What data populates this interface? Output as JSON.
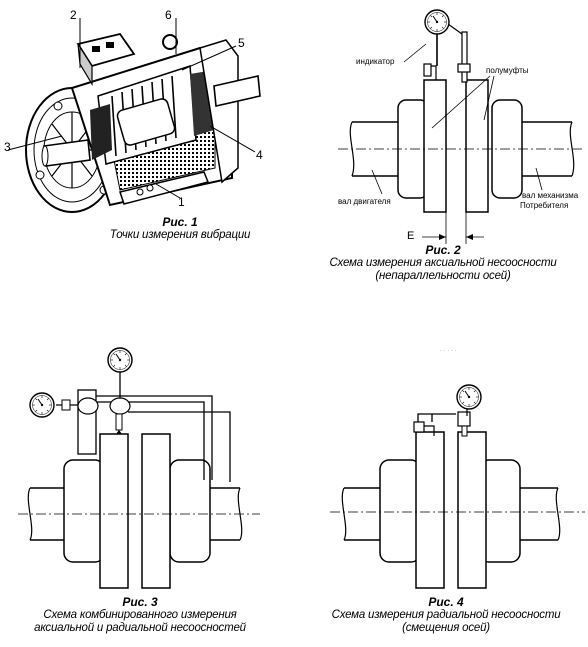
{
  "fig1": {
    "title": "Рис. 1",
    "caption": "Точки измерения вибрации",
    "points": [
      "1",
      "2",
      "3",
      "4",
      "5",
      "6"
    ]
  },
  "fig2": {
    "title": "Рис. 2",
    "caption_line1": "Схема измерения аксиальной несоосности",
    "caption_line2": "(непараллельности осей)",
    "labels": {
      "indicator": "индикатор",
      "half_couplings": "полумуфты",
      "motor_shaft": "вал двигателя",
      "consumer_shaft_line1": "вал механизма",
      "consumer_shaft_line2": "Потребителя",
      "gap": "E"
    }
  },
  "fig3": {
    "title": "Рис. 3",
    "caption_line1": "Схема комбинированного измерения",
    "caption_line2": "аксиальной и радиальной несоосностей"
  },
  "fig4": {
    "title": "Рис. 4",
    "caption_line1": "Схема измерения радиальной несоосности",
    "caption_line2": "(смещения осей)"
  }
}
